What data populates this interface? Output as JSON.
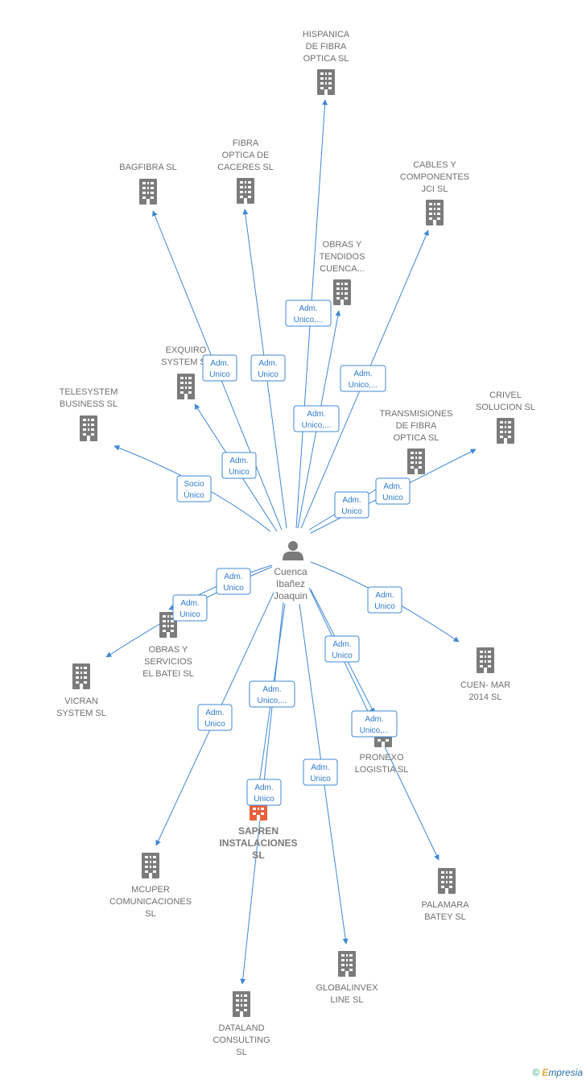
{
  "center": {
    "id": "person",
    "lines": [
      "Cuenca",
      "Ibañez",
      "Joaquin"
    ]
  },
  "nodes": [
    {
      "id": "hispanica",
      "lines": [
        "HISPANICA",
        "DE FIBRA",
        "OPTICA  SL"
      ],
      "main": false
    },
    {
      "id": "fibra_caceres",
      "lines": [
        "FIBRA",
        "OPTICA DE",
        "CACERES SL"
      ],
      "main": false
    },
    {
      "id": "bagfibra",
      "lines": [
        "BAGFIBRA  SL"
      ],
      "main": false
    },
    {
      "id": "cables",
      "lines": [
        "CABLES Y",
        "COMPONENTES",
        "JCI  SL"
      ],
      "main": false
    },
    {
      "id": "obras_tendidos",
      "lines": [
        "OBRAS Y",
        "TENDIDOS",
        "CUENCA..."
      ],
      "main": false
    },
    {
      "id": "exquiro",
      "lines": [
        "EXQUIRO",
        "SYSTEM SL"
      ],
      "main": false
    },
    {
      "id": "telesystem",
      "lines": [
        "TELESYSTEM",
        "BUSINESS SL"
      ],
      "main": false
    },
    {
      "id": "crivel",
      "lines": [
        "CRIVEL",
        "SOLUCION  SL"
      ],
      "main": false
    },
    {
      "id": "transmisiones",
      "lines": [
        "TRANSMISIONES",
        "DE FIBRA",
        "OPTICA SL"
      ],
      "main": false
    },
    {
      "id": "obras_batei",
      "lines": [
        "OBRAS Y",
        "SERVICIOS",
        "EL BATEI SL"
      ],
      "main": false
    },
    {
      "id": "vicran",
      "lines": [
        "VICRAN",
        "SYSTEM SL"
      ],
      "main": false
    },
    {
      "id": "cuenmar",
      "lines": [
        "CUEN- MAR",
        "2014  SL"
      ],
      "main": false
    },
    {
      "id": "pronexo",
      "lines": [
        "PRONEXO",
        "LOGISTIA  SL"
      ],
      "main": false
    },
    {
      "id": "sapren",
      "lines": [
        "SAPREN",
        "INSTALACIONES",
        "SL"
      ],
      "main": true
    },
    {
      "id": "mcuper",
      "lines": [
        "MCUPER",
        "COMUNICACIONES",
        "SL"
      ],
      "main": false
    },
    {
      "id": "palamara",
      "lines": [
        "PALAMARA",
        "BATEY  SL"
      ],
      "main": false
    },
    {
      "id": "globalinvex",
      "lines": [
        "GLOBALINVEX",
        "LINE  SL"
      ],
      "main": false
    },
    {
      "id": "dataland",
      "lines": [
        "DATALAND",
        "CONSULTING",
        "SL"
      ],
      "main": false
    }
  ],
  "edges": [
    {
      "to": "hispanica",
      "label": [
        "Adm.",
        "Unico,..."
      ]
    },
    {
      "to": "fibra_caceres",
      "label": [
        "Adm.",
        "Unico"
      ]
    },
    {
      "to": "bagfibra",
      "label": [
        "Adm.",
        "Unico"
      ]
    },
    {
      "to": "cables",
      "label": [
        "Adm.",
        "Unico,..."
      ]
    },
    {
      "to": "obras_tendidos",
      "label": [
        "Adm.",
        "Unico,..."
      ]
    },
    {
      "to": "exquiro",
      "label": [
        "Adm.",
        "Unico"
      ]
    },
    {
      "to": "telesystem",
      "label": [
        "Socio",
        "Único"
      ]
    },
    {
      "to": "crivel",
      "label": [
        "Adm.",
        "Unico"
      ]
    },
    {
      "to": "transmisiones",
      "label": [
        "Adm.",
        "Unico"
      ]
    },
    {
      "to": "obras_batei",
      "label": [
        "Adm.",
        "Unico"
      ]
    },
    {
      "to": "vicran",
      "label": [
        "Adm.",
        "Unico"
      ]
    },
    {
      "to": "cuenmar",
      "label": [
        "Adm.",
        "Unico"
      ]
    },
    {
      "to": "pronexo",
      "label": [
        "Adm.",
        "Unico"
      ]
    },
    {
      "to": "palamara",
      "label": [
        "Adm.",
        "Unico,..."
      ]
    },
    {
      "to": "sapren",
      "label": [
        "Adm.",
        "Unico"
      ]
    },
    {
      "to": "dataland",
      "label": [
        "Adm.",
        "Unico,..."
      ]
    },
    {
      "to": "mcuper",
      "label": [
        "Adm.",
        "Unico"
      ]
    },
    {
      "to": "globalinvex",
      "label": [
        "Adm.",
        "Unico"
      ]
    }
  ],
  "colors": {
    "edge": "#3f88d6",
    "building": "#7b7b7b",
    "building_main": "#e8603a",
    "person": "#7b7b7b"
  },
  "brand": {
    "symbol": "©",
    "first": "E",
    "rest": "mpresia"
  }
}
